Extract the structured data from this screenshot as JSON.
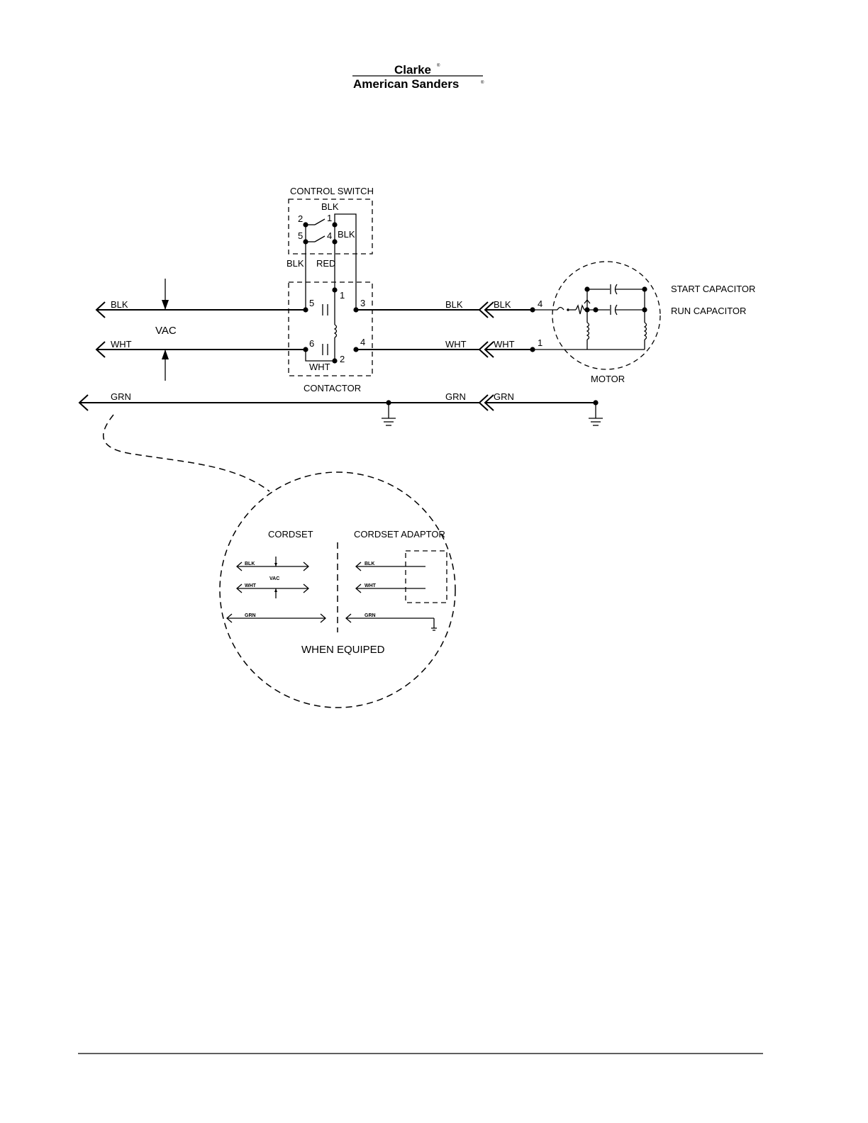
{
  "logo": {
    "line1": "Clarke",
    "line2": "American Sanders",
    "reg_mark": "®"
  },
  "control_switch": {
    "title": "CONTROL SWITCH",
    "wire_top": "BLK",
    "wire_right": "BLK",
    "terminals": [
      "2",
      "1",
      "5",
      "4"
    ],
    "wire_left_down": "BLK",
    "wire_mid_down": "RED"
  },
  "contactor": {
    "title": "CONTACTOR",
    "terminals": [
      "5",
      "1",
      "3",
      "6",
      "2",
      "4"
    ],
    "jumper_label": "WHT"
  },
  "supply": {
    "line_blk": "BLK",
    "line_wht": "WHT",
    "line_grn": "GRN",
    "voltage": "VAC"
  },
  "connector": {
    "blk_left": "BLK",
    "blk_right": "BLK",
    "wht_left": "WHT",
    "wht_right": "WHT",
    "grn_left": "GRN",
    "grn_right": "GRN"
  },
  "motor": {
    "title": "MOTOR",
    "terminal_4": "4",
    "terminal_1": "1",
    "start_capacitor": "START  CAPACITOR",
    "run_capacitor": "RUN  CAPACITOR"
  },
  "detail": {
    "cordset": "CORDSET",
    "cordset_adaptor": "CORDSET  ADAPTOR",
    "blk": "BLK",
    "wht": "WHT",
    "grn": "GRN",
    "vac": "VAC",
    "adaptor_blk": "BLK",
    "adaptor_wht": "WHT",
    "adaptor_grn": "GRN",
    "note": "WHEN EQUIPED"
  }
}
